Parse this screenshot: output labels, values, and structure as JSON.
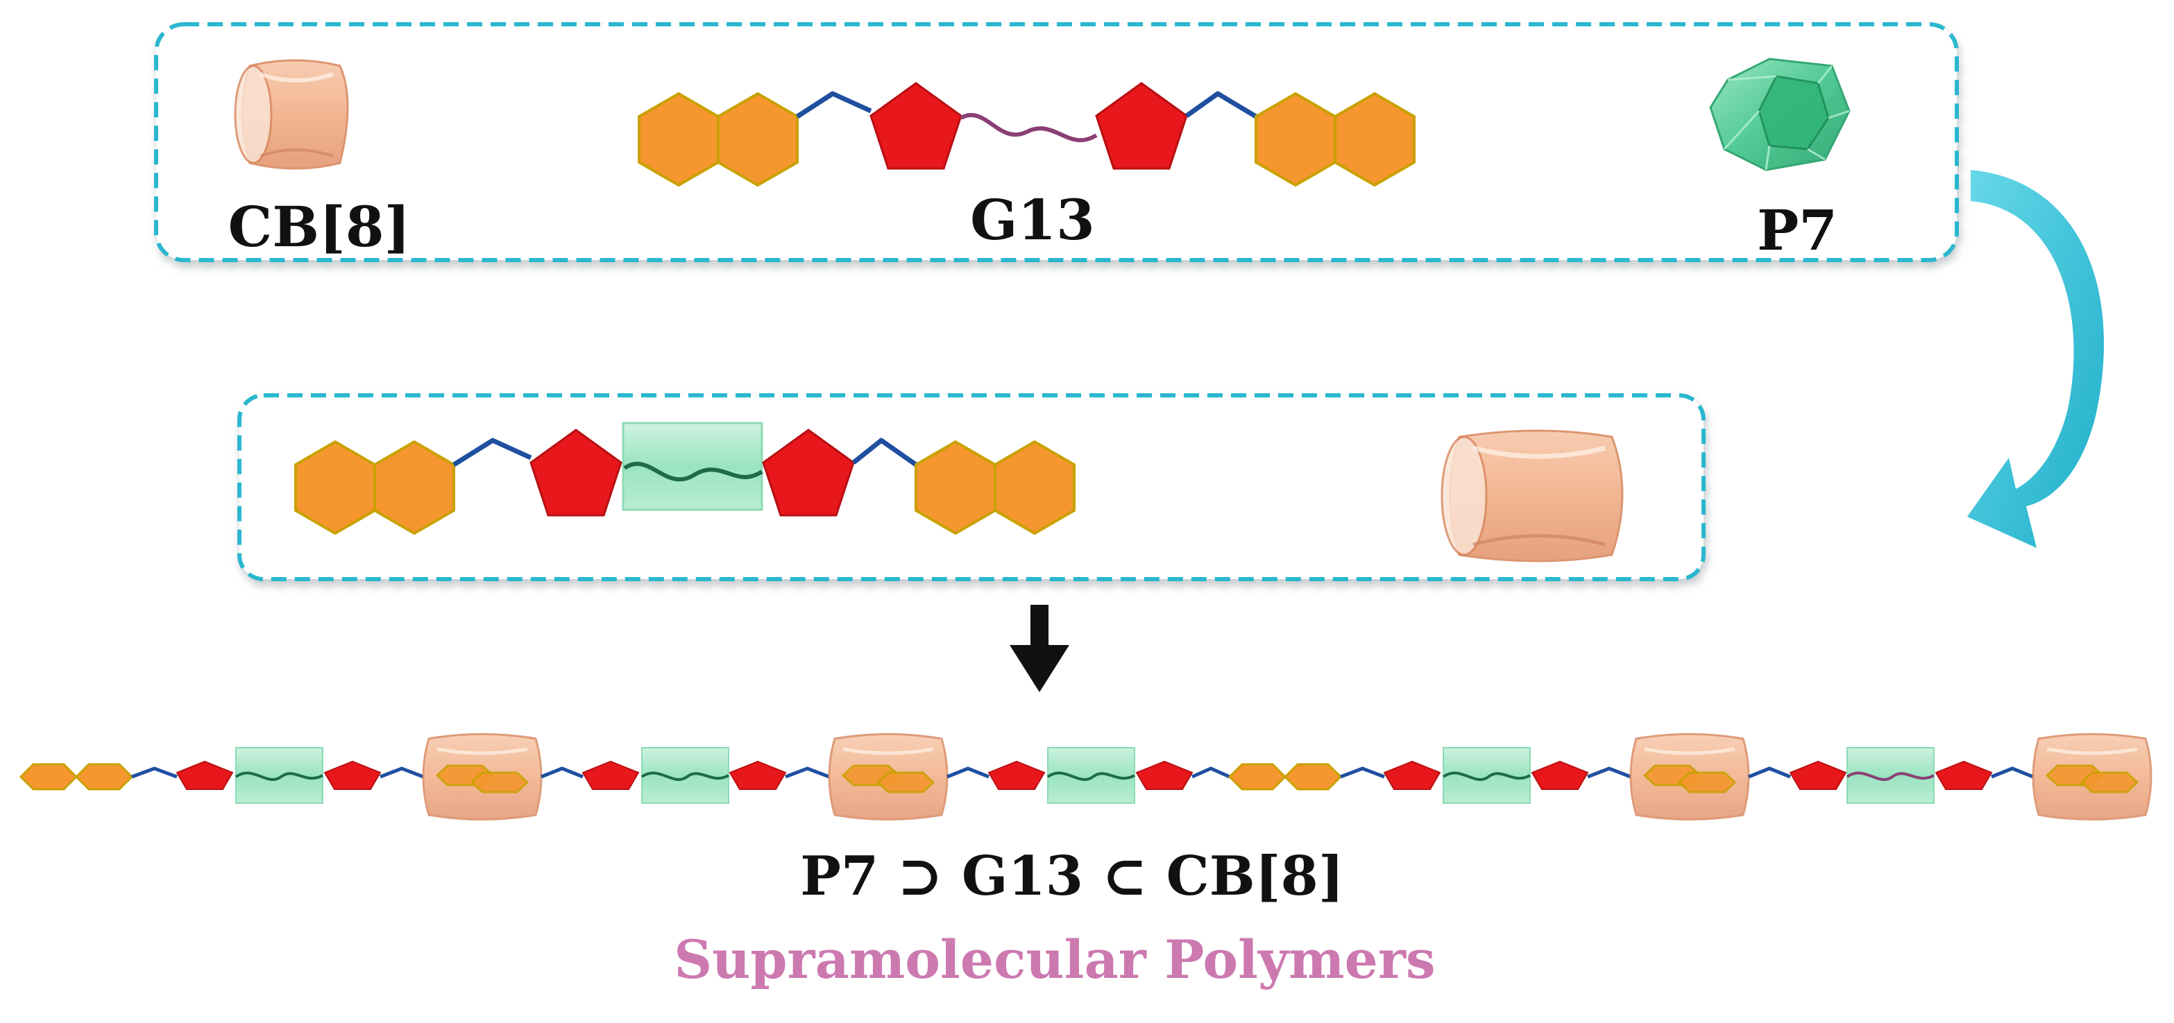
{
  "labels": {
    "cb8": "CB[8]",
    "g13": "G13",
    "p7": "P7",
    "complex": "P7 ⊃ G13 ⊂ CB[8]",
    "polymers": "Supramolecular Polymers"
  },
  "colors": {
    "box_border": "#2ab7cf",
    "naphthalene": "#f5962e",
    "naphthalene_edge": "#c9a100",
    "pentagon": "#e8171b",
    "linker": "#1f4fa0",
    "chain": "#8a3f74",
    "pillarene": "#39c58a",
    "cucurbituril": "#f3b48e",
    "curve_arrow": "#1dbcd4",
    "polymers_text": "#cc79b0"
  }
}
